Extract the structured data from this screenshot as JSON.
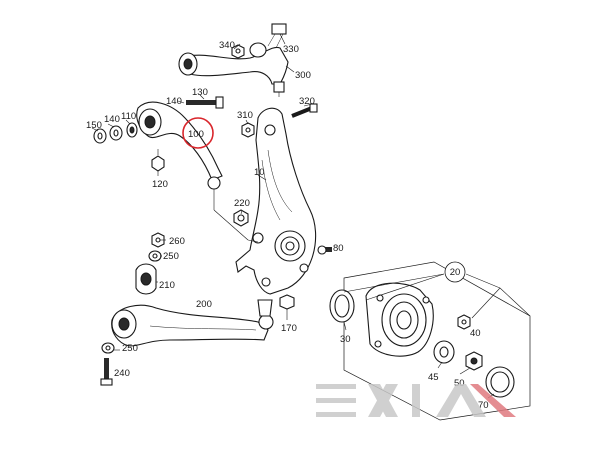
{
  "labels": {
    "p10": "10",
    "p20": "20",
    "p30": "30",
    "p40": "40",
    "p45": "45",
    "p50": "50",
    "p70": "70",
    "p80": "80",
    "p100": "100",
    "p110": "110",
    "p120": "120",
    "p130": "130",
    "p140a": "140",
    "p140b": "140",
    "p150": "150",
    "p170": "170",
    "p200": "200",
    "p210": "210",
    "p220": "220",
    "p240": "240",
    "p250a": "250",
    "p250b": "250",
    "p260": "260",
    "p300": "300",
    "p310": "310",
    "p320": "320",
    "p330": "330",
    "p340": "340"
  },
  "highlight": {
    "color": "#d9262c"
  },
  "watermark": {
    "text": "EXIA",
    "colors": [
      "#c8c8c8",
      "#c8c8c8",
      "#c8c8c8",
      "#e07a80"
    ]
  }
}
